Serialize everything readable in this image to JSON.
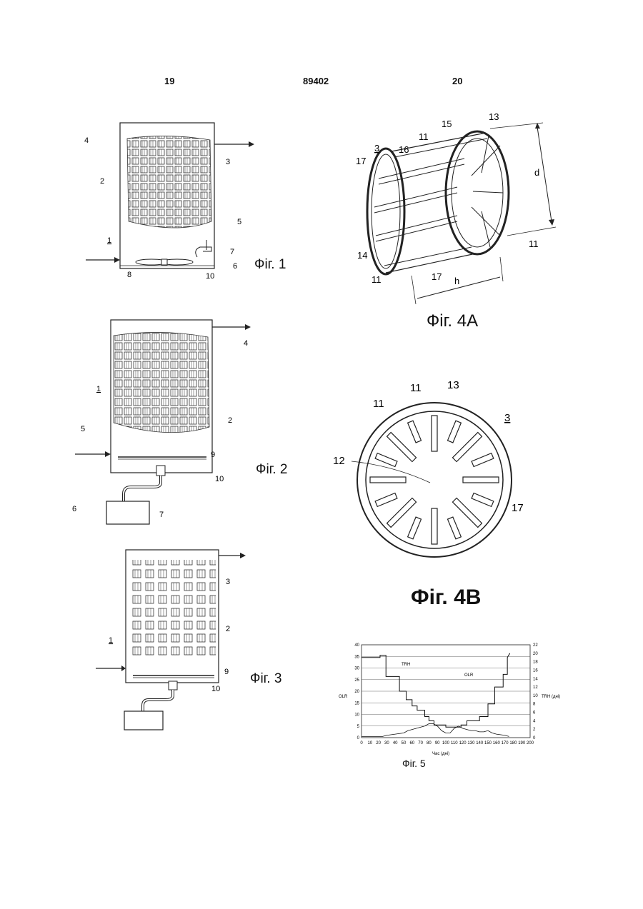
{
  "header": {
    "left_page": "19",
    "patent_number": "89402",
    "right_page": "20"
  },
  "fig1": {
    "caption": "Фіг. 1",
    "labels": {
      "n1": "1",
      "n2": "2",
      "n3": "3",
      "n4": "4",
      "n5": "5",
      "n6": "6",
      "n7": "7",
      "n8": "8",
      "n10": "10"
    }
  },
  "fig2": {
    "caption": "Фіг. 2",
    "labels": {
      "n1": "1",
      "n2": "2",
      "n4": "4",
      "n5": "5",
      "n6": "6",
      "n7": "7",
      "n9": "9",
      "n10": "10"
    }
  },
  "fig3": {
    "caption": "Фіг. 3",
    "labels": {
      "n1": "1",
      "n2": "2",
      "n3": "3",
      "n9": "9",
      "n10": "10"
    }
  },
  "fig4a": {
    "caption": "Фіг. 4A",
    "labels": {
      "n3": "3",
      "n11a": "11",
      "n11b": "11",
      "n11c": "11",
      "n13": "13",
      "n14": "14",
      "n15": "15",
      "n16": "16",
      "n17a": "17",
      "n17b": "17",
      "d": "d",
      "h": "h"
    }
  },
  "fig4b": {
    "caption": "Фіг. 4B",
    "labels": {
      "n3": "3",
      "n11a": "11",
      "n11b": "11",
      "n12": "12",
      "n13": "13",
      "n17": "17"
    }
  },
  "fig5": {
    "caption": "Фіг. 5",
    "chart_data": {
      "type": "line",
      "xlabel": "Час (дні)",
      "ylabel_left": "OLR",
      "ylabel_right": "TRH (дні)",
      "x_ticks": [
        0,
        10,
        20,
        30,
        40,
        50,
        60,
        70,
        80,
        90,
        100,
        110,
        120,
        130,
        140,
        150,
        160,
        170,
        180,
        190,
        200
      ],
      "left_ticks": [
        0,
        5,
        10,
        15,
        20,
        25,
        30,
        35,
        40
      ],
      "right_ticks": [
        0,
        2,
        4,
        6,
        8,
        10,
        12,
        14,
        16,
        18,
        20,
        22
      ],
      "xlim": [
        0,
        200
      ],
      "ylim_left": [
        0,
        40
      ],
      "ylim_right": [
        0,
        22
      ],
      "grid": true,
      "series": [
        {
          "name": "TRH",
          "axis": "right",
          "x": [
            0,
            22,
            22,
            29,
            29,
            45,
            45,
            53,
            53,
            60,
            60,
            66,
            66,
            75,
            75,
            80,
            80,
            86,
            86,
            100,
            100,
            118,
            118,
            125,
            125,
            140,
            140,
            150,
            150,
            158,
            158,
            168,
            168,
            173,
            173,
            176
          ],
          "y": [
            19,
            19,
            19.5,
            19.5,
            14.5,
            14.5,
            11,
            11,
            9,
            9,
            7.5,
            7.5,
            6.5,
            6.5,
            5,
            5,
            4,
            4,
            3,
            3,
            2.5,
            2.5,
            3,
            3,
            4,
            4,
            5,
            5,
            8,
            8,
            12,
            12,
            15,
            15,
            19,
            20
          ]
        },
        {
          "name": "OLR",
          "axis": "left",
          "x": [
            0,
            25,
            30,
            40,
            50,
            55,
            60,
            65,
            70,
            75,
            80,
            85,
            90,
            95,
            100,
            105,
            110,
            115,
            120,
            125,
            130,
            135,
            140,
            145,
            150,
            155,
            160,
            170,
            175
          ],
          "y": [
            0.5,
            0.5,
            1,
            1.5,
            2,
            3,
            3.5,
            4,
            4.5,
            5,
            6,
            6,
            5,
            3,
            2,
            2,
            4,
            5,
            4,
            3.5,
            3,
            3,
            2.5,
            2.5,
            3,
            2,
            1.5,
            1,
            0.5
          ]
        }
      ]
    }
  }
}
